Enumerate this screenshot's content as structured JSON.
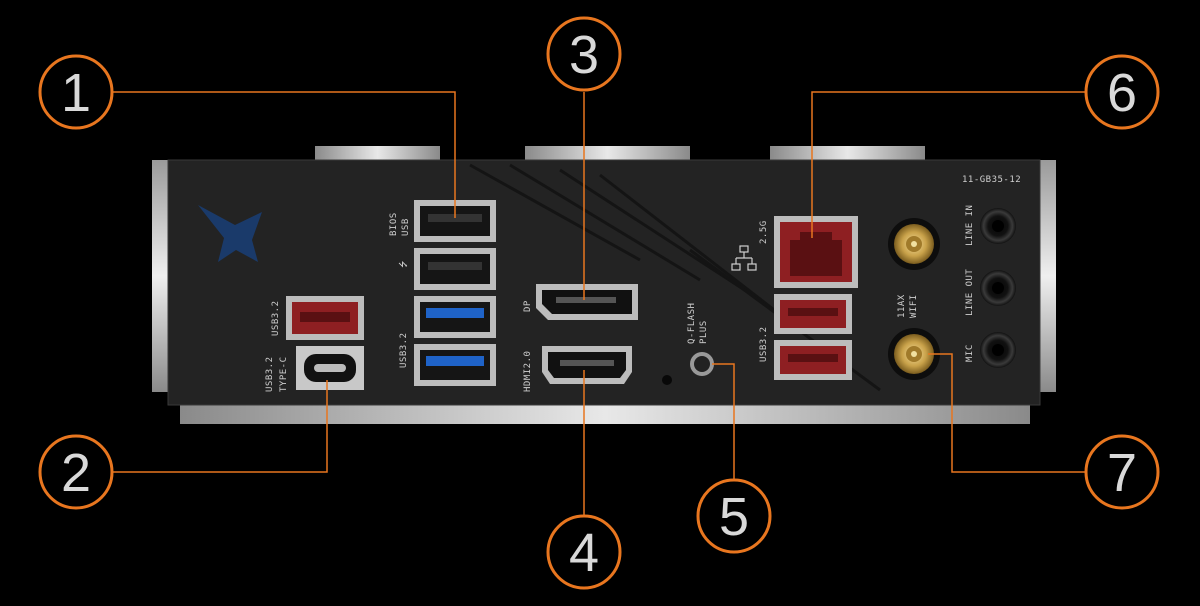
{
  "panel": {
    "model": "11-GB35-12"
  },
  "callouts": [
    {
      "id": "1",
      "target": "bios-usb-ports"
    },
    {
      "id": "2",
      "target": "usb32-type-c-port"
    },
    {
      "id": "3",
      "target": "displayport"
    },
    {
      "id": "4",
      "target": "hdmi-port"
    },
    {
      "id": "5",
      "target": "q-flash-plus-button"
    },
    {
      "id": "6",
      "target": "lan-2-5g-port"
    },
    {
      "id": "7",
      "target": "wifi-antenna-connectors"
    }
  ],
  "labels": {
    "bios_usb_line1": "BIOS",
    "bios_usb_line2": "USB",
    "usb32_a": "USB3.2",
    "usb32_typec_line1": "USB3.2",
    "usb32_typec_line2": "TYPE-C",
    "usb32_mid": "USB3.2",
    "dp": "DP",
    "hdmi": "HDMI2.0",
    "qflash_line1": "Q-FLASH",
    "qflash_line2": "PLUS",
    "lan": "2.5G",
    "usb32_right": "USB3.2",
    "wifi_line1": "11AX",
    "wifi_line2": "WIFI",
    "line_in": "LINE IN",
    "line_out": "LINE OUT",
    "mic": "MIC"
  },
  "colors": {
    "callout": "#e8761f",
    "panel": "#232323",
    "usb_red": "#8e1f22",
    "usb_blue": "#1f63c8",
    "gold": "#c9a24a"
  }
}
